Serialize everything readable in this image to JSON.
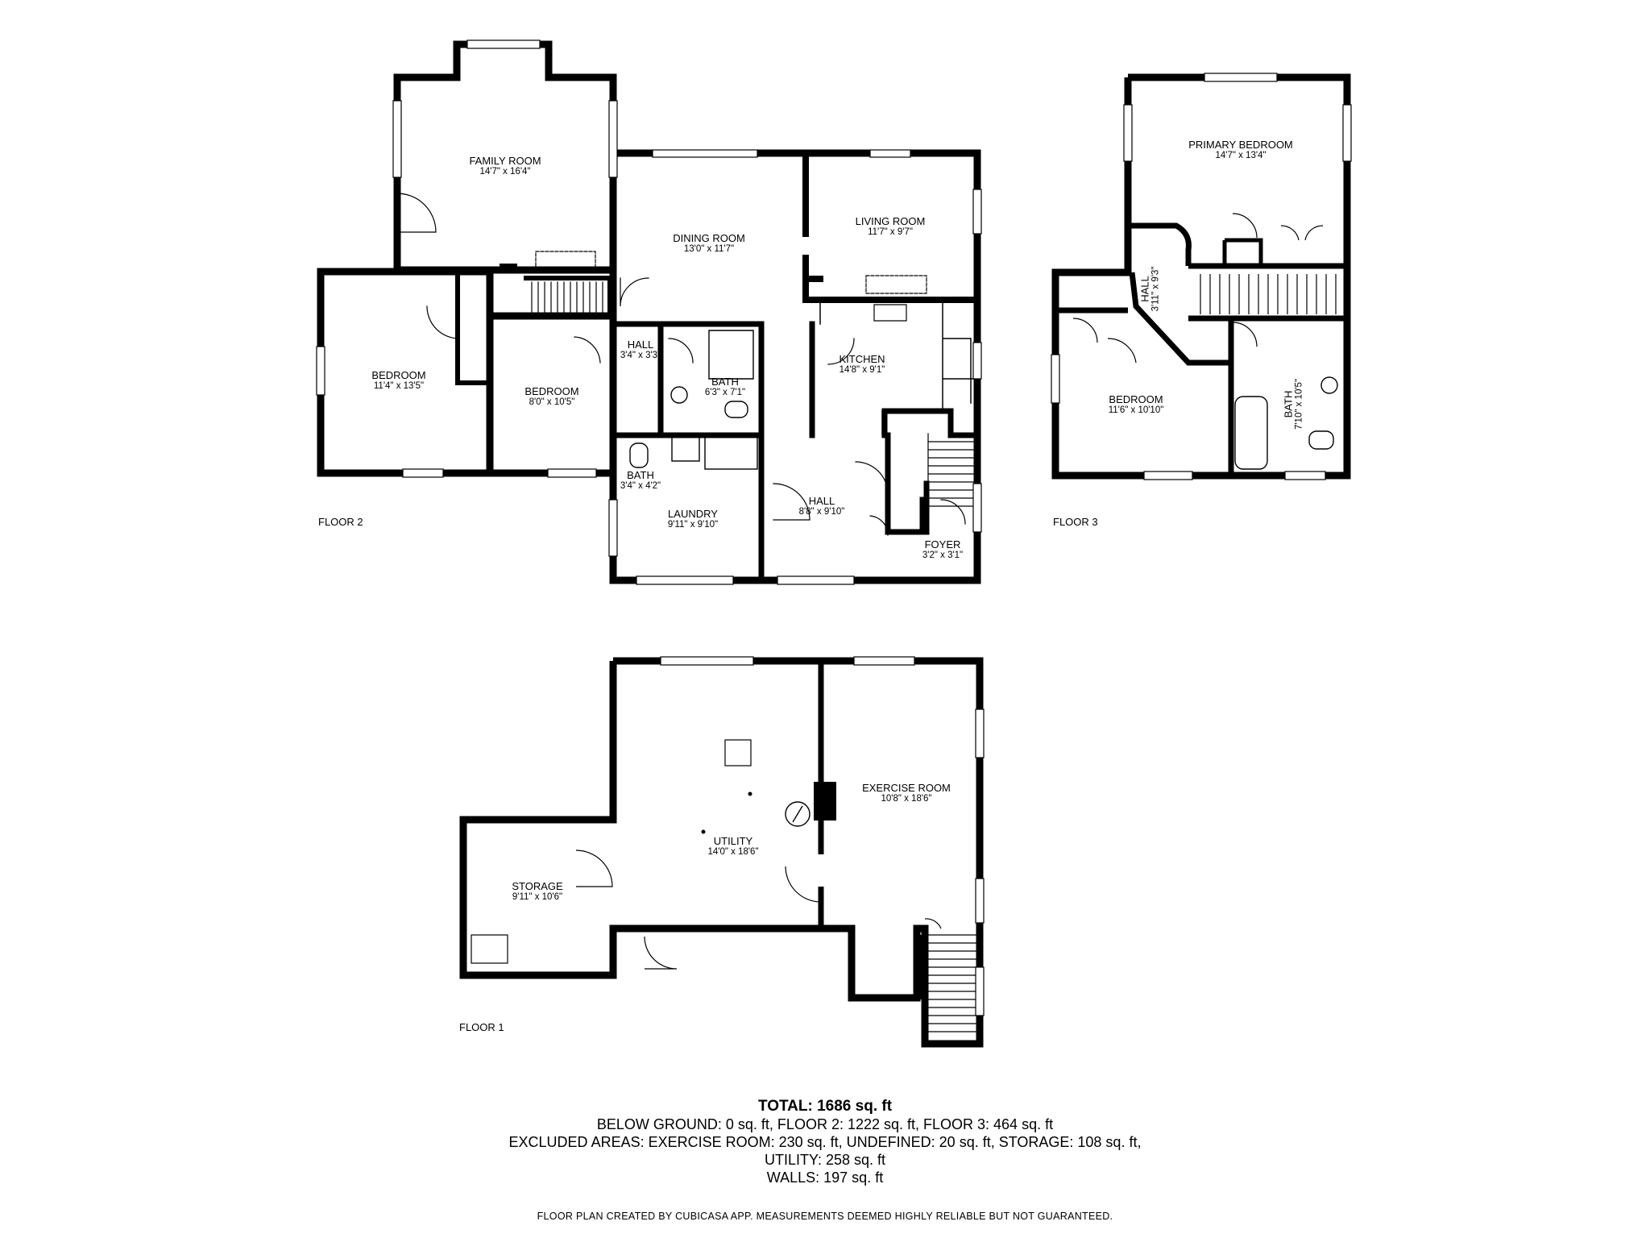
{
  "floors": {
    "floor2": {
      "label": "FLOOR 2",
      "rooms": [
        {
          "id": "family-room",
          "name": "FAMILY ROOM",
          "dim": "14'7\" x 16'4\""
        },
        {
          "id": "dining-room",
          "name": "DINING ROOM",
          "dim": "13'0\" x 11'7\""
        },
        {
          "id": "living-room",
          "name": "LIVING ROOM",
          "dim": "11'7\" x 9'7\""
        },
        {
          "id": "bedroom-a",
          "name": "BEDROOM",
          "dim": "11'4\" x 13'5\""
        },
        {
          "id": "bedroom-b",
          "name": "BEDROOM",
          "dim": "8'0\" x 10'5\""
        },
        {
          "id": "hall-small",
          "name": "HALL",
          "dim": "3'4\" x 3'3\""
        },
        {
          "id": "bath-a",
          "name": "BATH",
          "dim": "6'3\" x 7'1\""
        },
        {
          "id": "kitchen",
          "name": "KITCHEN",
          "dim": "14'8\" x 9'1\""
        },
        {
          "id": "bath-b",
          "name": "BATH",
          "dim": "3'4\" x 4'2\""
        },
        {
          "id": "laundry",
          "name": "LAUNDRY",
          "dim": "9'11\" x 9'10\""
        },
        {
          "id": "hall-main",
          "name": "HALL",
          "dim": "8'8\" x 9'10\""
        },
        {
          "id": "foyer",
          "name": "FOYER",
          "dim": "3'2\" x 3'1\""
        }
      ]
    },
    "floor3": {
      "label": "FLOOR 3",
      "rooms": [
        {
          "id": "primary-bedroom",
          "name": "PRIMARY BEDROOM",
          "dim": "14'7\" x 13'4\""
        },
        {
          "id": "hall-3",
          "name": "HALL",
          "dim": "3'11\" x 9'3\""
        },
        {
          "id": "bedroom-3",
          "name": "BEDROOM",
          "dim": "11'6\" x 10'10\""
        },
        {
          "id": "bath-3",
          "name": "BATH",
          "dim": "7'10\" x 10'5\""
        }
      ]
    },
    "floor1": {
      "label": "FLOOR 1",
      "rooms": [
        {
          "id": "exercise-room",
          "name": "EXERCISE ROOM",
          "dim": "10'8\" x 18'6\""
        },
        {
          "id": "utility",
          "name": "UTILITY",
          "dim": "14'0\" x 18'6\""
        },
        {
          "id": "storage",
          "name": "STORAGE",
          "dim": "9'11\" x 10'6\""
        }
      ]
    }
  },
  "summary": {
    "total": "TOTAL: 1686 sq. ft",
    "line1": "BELOW GROUND: 0 sq. ft, FLOOR 2: 1222 sq. ft, FLOOR 3: 464 sq. ft",
    "line2": "EXCLUDED AREAS: EXERCISE ROOM: 230 sq. ft, UNDEFINED: 20 sq. ft, STORAGE: 108 sq. ft,",
    "line3": "UTILITY: 258 sq. ft",
    "line4": "WALLS: 197 sq. ft"
  },
  "disclaimer": "FLOOR PLAN CREATED BY CUBICASA APP. MEASUREMENTS DEEMED HIGHLY RELIABLE BUT NOT GUARANTEED.",
  "colors": {
    "wall": "#000000",
    "window": "#ffffff",
    "detail": "#555555",
    "background": "#ffffff"
  }
}
